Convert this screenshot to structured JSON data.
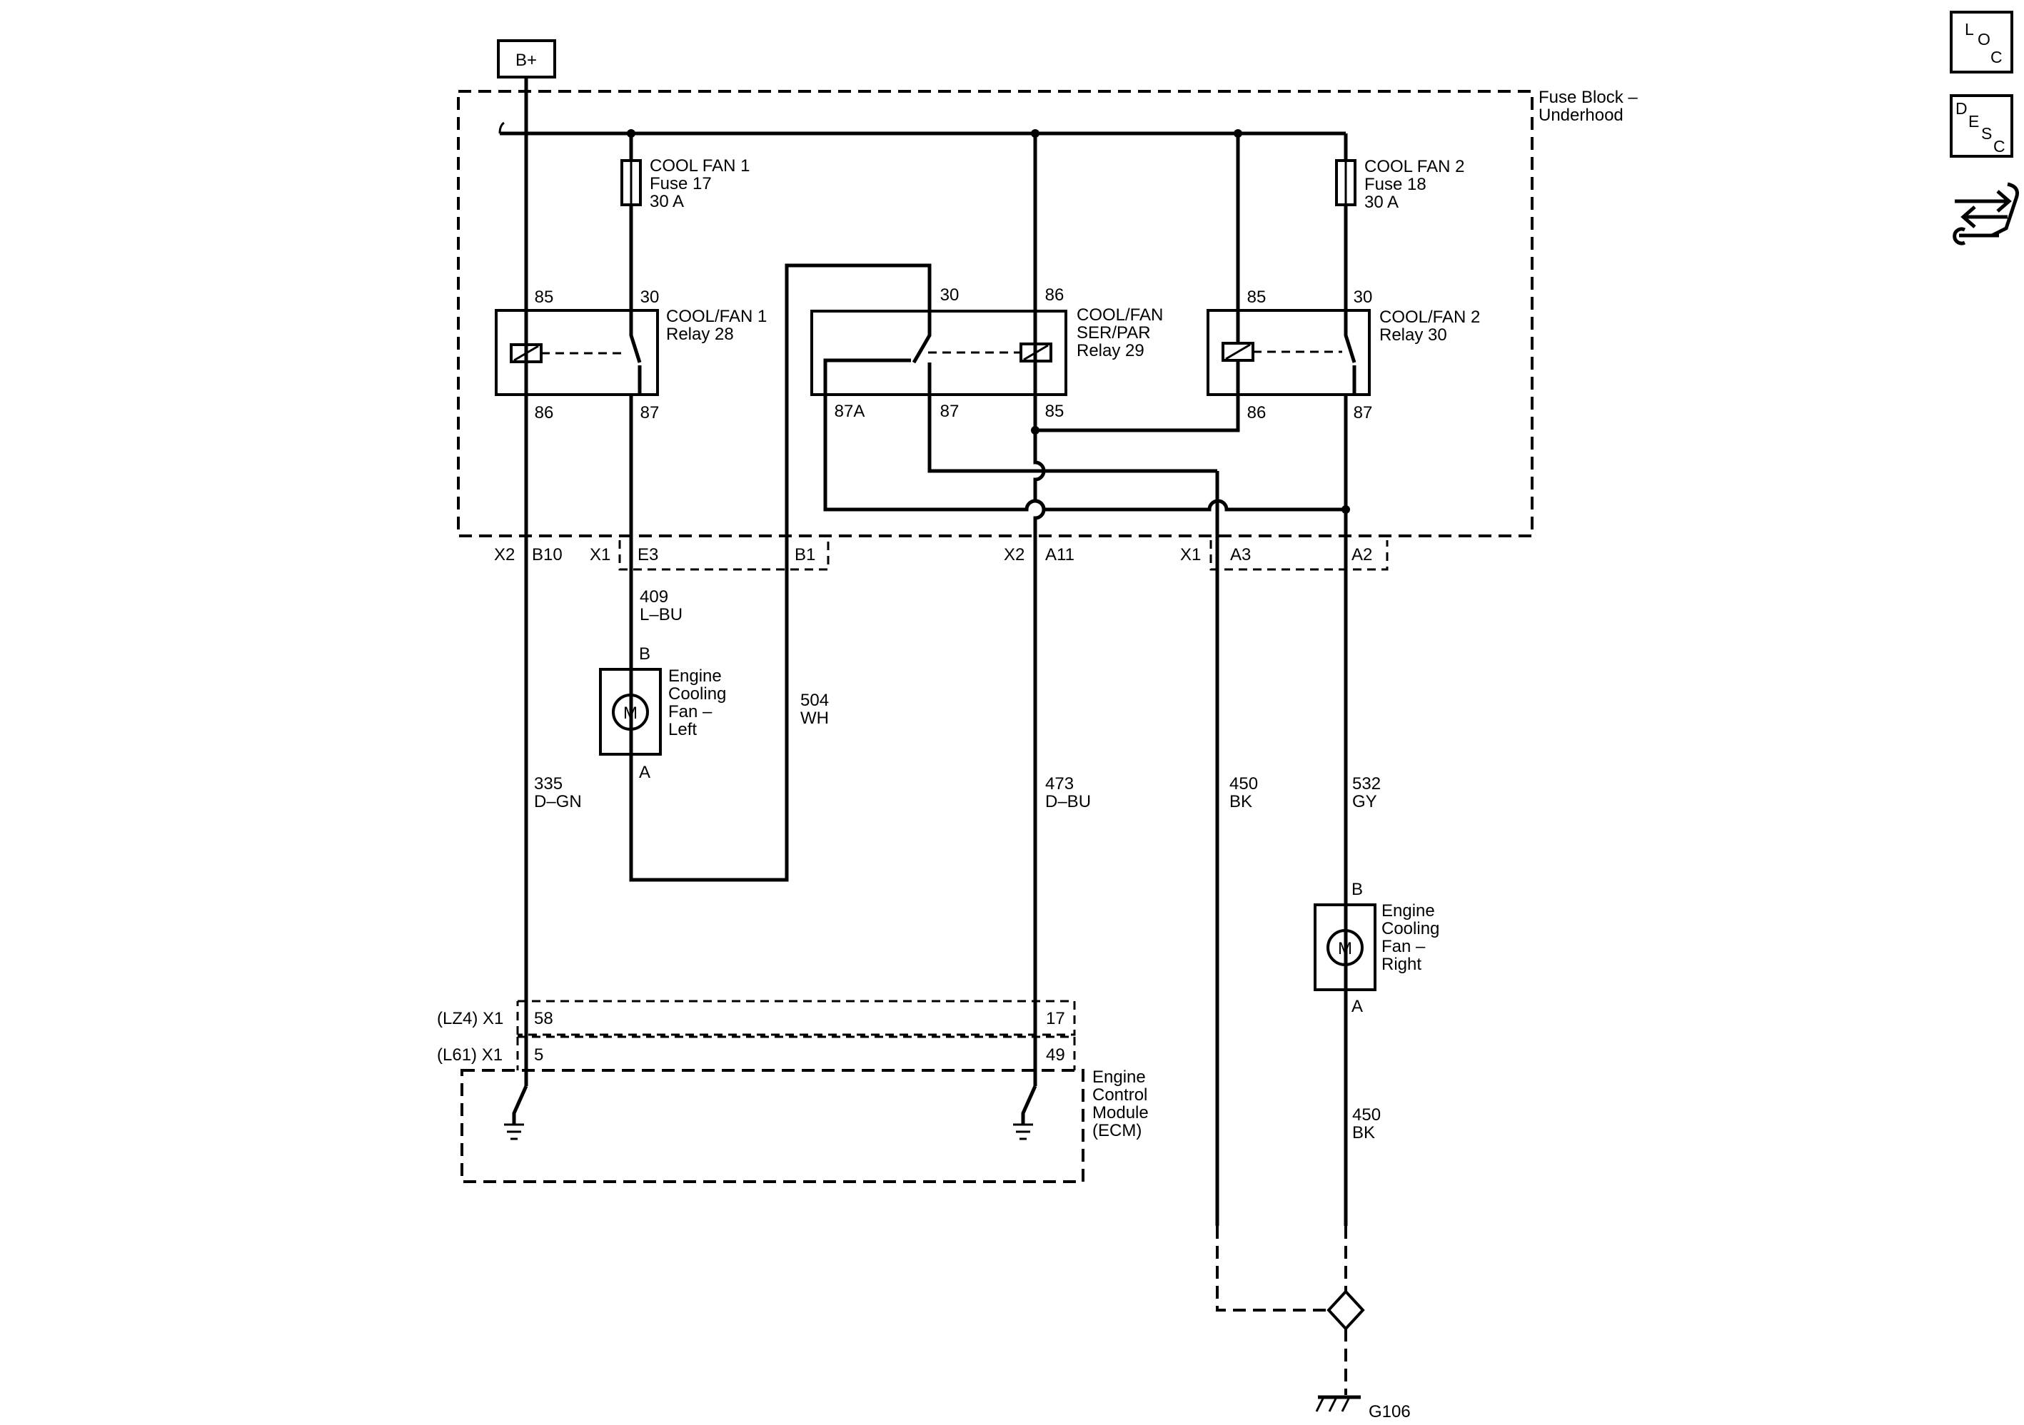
{
  "power": {
    "label": "B+"
  },
  "fuse_block": {
    "title_line1": "Fuse Block –",
    "title_line2": "Underhood"
  },
  "fuses": [
    {
      "name": "COOL FAN 1",
      "fuse": "Fuse 17",
      "rating": "30 A"
    },
    {
      "name": "COOL FAN 2",
      "fuse": "Fuse 18",
      "rating": "30 A"
    }
  ],
  "relays": {
    "r1": {
      "line1": "COOL/FAN 1",
      "line2": "Relay 28",
      "pin_85": "85",
      "pin_30": "30",
      "pin_86": "86",
      "pin_87": "87"
    },
    "r2": {
      "line1": "COOL/FAN",
      "line2": "SER/PAR",
      "line3": "Relay 29",
      "pin_30": "30",
      "pin_86": "86",
      "pin_87a": "87A",
      "pin_87": "87",
      "pin_85": "85"
    },
    "r3": {
      "line1": "COOL/FAN 2",
      "line2": "Relay 30",
      "pin_85": "85",
      "pin_30": "30",
      "pin_86": "86",
      "pin_87": "87"
    }
  },
  "connectors": {
    "x2_left": "X2",
    "b10": "B10",
    "x1_left": "X1",
    "e3": "E3",
    "b1": "B1",
    "x2_mid": "X2",
    "a11": "A11",
    "x1_right": "X1",
    "a3": "A3",
    "a2": "A2"
  },
  "wires": {
    "w409": {
      "num": "409",
      "color": "L–BU"
    },
    "w504": {
      "num": "504",
      "color": "WH"
    },
    "w335": {
      "num": "335",
      "color": "D–GN"
    },
    "w473": {
      "num": "473",
      "color": "D–BU"
    },
    "w450a": {
      "num": "450",
      "color": "BK"
    },
    "w532": {
      "num": "532",
      "color": "GY"
    },
    "w450b": {
      "num": "450",
      "color": "BK"
    }
  },
  "motors": {
    "left": {
      "line1": "Engine",
      "line2": "Cooling",
      "line3": "Fan –",
      "line4": "Left",
      "pin_b": "B",
      "pin_a": "A",
      "symbol": "M"
    },
    "right": {
      "line1": "Engine",
      "line2": "Cooling",
      "line3": "Fan –",
      "line4": "Right",
      "pin_b": "B",
      "pin_a": "A",
      "symbol": "M"
    }
  },
  "ecm": {
    "line1": "Engine",
    "line2": "Control",
    "line3": "Module",
    "line4": "(ECM)",
    "conn_lz4": "(LZ4) X1",
    "conn_l61": "(L61) X1",
    "pin_58": "58",
    "pin_17": "17",
    "pin_5": "5",
    "pin_49": "49"
  },
  "ground": {
    "label": "G106"
  },
  "side_icons": {
    "loc": {
      "l1": "L",
      "l2": "O",
      "l3": "C"
    },
    "desc": {
      "l1": "D",
      "l2": "E",
      "l3": "S",
      "l4": "C"
    },
    "tool": "troubleshooting-tool-icon"
  }
}
